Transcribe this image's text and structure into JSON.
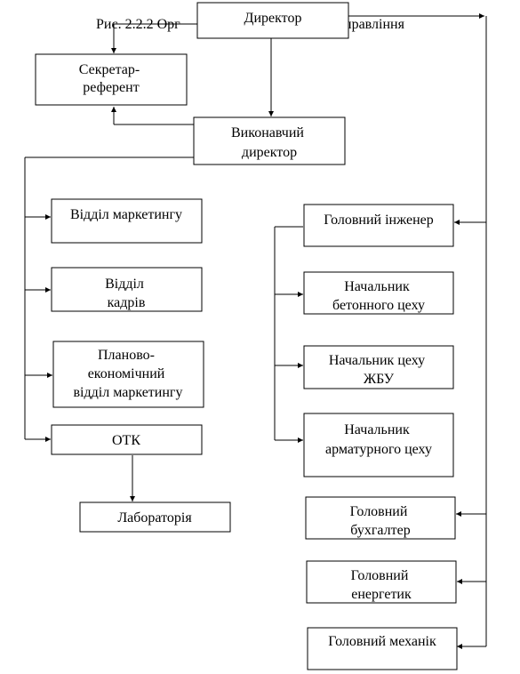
{
  "caption_left": "Рис. 2.2.2 Орг",
  "caption_right": "управління",
  "boxes": {
    "director": [
      "Директор"
    ],
    "secretary": [
      "Секретар-",
      "референт"
    ],
    "exec_director": [
      "Виконавчий",
      "директор"
    ],
    "marketing": [
      "Відділ маркетингу"
    ],
    "hr": [
      "Відділ",
      "кадрів"
    ],
    "planning": [
      "Планово-",
      "економічний",
      "відділ маркетингу"
    ],
    "otk": [
      "ОТК"
    ],
    "lab": [
      "Лабораторія"
    ],
    "chief_engineer": [
      "Головний інженер"
    ],
    "concrete_shop": [
      "Начальник",
      "бетонного цеху"
    ],
    "zhbu_shop": [
      "Начальник цеху",
      "ЖБУ"
    ],
    "rebar_shop": [
      "Начальник",
      "арматурного  цеху"
    ],
    "chief_accountant": [
      "Головний",
      "бухгалтер"
    ],
    "chief_power": [
      "Головний",
      "енергетик"
    ],
    "chief_mechanic": [
      "Головний механік"
    ]
  }
}
